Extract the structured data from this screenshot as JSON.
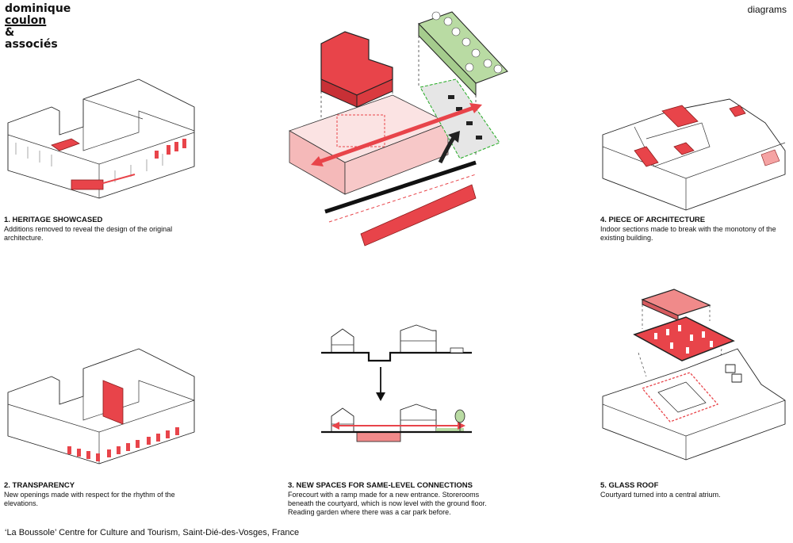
{
  "logo": {
    "line1": "dominique",
    "line2": "coulon",
    "line3": "&",
    "line4": "associés"
  },
  "corner_label": "diagrams",
  "diagrams": [
    {
      "title": "1. HERITAGE SHOWCASED",
      "text": "Additions removed to reveal the design of the original architecture."
    },
    {
      "title": "2. TRANSPARENCY",
      "text": "New openings made with respect for the rhythm of the elevations."
    },
    {
      "title": "3. NEW SPACES FOR SAME-LEVEL CONNECTIONS",
      "text": "Forecourt with a ramp made for a new entrance. Storerooms beneath the courtyard, which is now level with the ground floor. Reading garden where there was a car park before."
    },
    {
      "title": "4. PIECE OF ARCHITECTURE",
      "text": "Indoor sections made to break with the monotony of the existing building."
    },
    {
      "title": "5. GLASS ROOF",
      "text": "Courtyard turned into a central atrium."
    }
  ],
  "footer": "‘La Boussole’ Centre for Culture and Tourism, Saint-Dié-des-Vosges, France",
  "colors": {
    "accent": "#e8444a",
    "accent_light": "#f5a3a3",
    "green": "#b9dba3",
    "line": "#222222"
  }
}
